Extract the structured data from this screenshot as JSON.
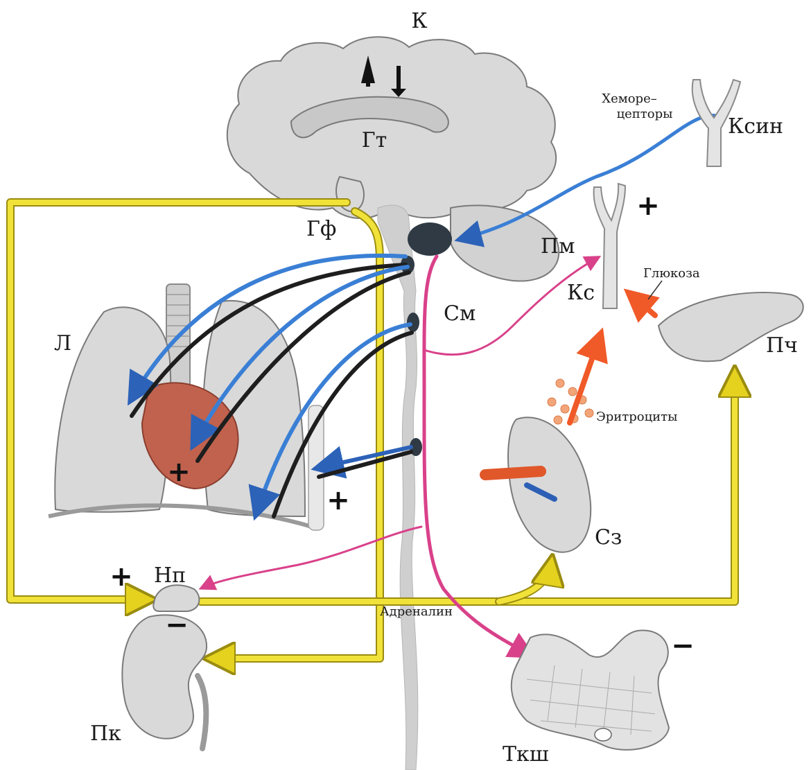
{
  "labels": {
    "cortex": "К",
    "hypothalamus": "Гт",
    "pituitary": "Гф",
    "chemoreceptors_1": "Хеморе–",
    "chemoreceptors_2": "цепторы",
    "carotid_sinus": "Ксин",
    "bone_marrow": "Пм",
    "blood_vessel": "Кс",
    "glucose": "Глюкоза",
    "liver": "Пч",
    "spinal_cord": "См",
    "lungs": "Л",
    "erythrocytes": "Эритроциты",
    "spleen": "Сз",
    "adrenal": "Нп",
    "adrenaline": "Адреналин",
    "kidney": "Пк",
    "intestine": "Ткш"
  },
  "signs": {
    "vessel_plus": "+",
    "heart_plus": "+",
    "chest_plus": "+",
    "adrenal_plus": "+",
    "kidney_minus": "−",
    "intestine_minus": "−"
  },
  "colors": {
    "yellow_pathway": "#f1e23a",
    "blue_afferent": "#3a7fd5",
    "black_efferent": "#1e1e1e",
    "pink_sympathetic": "#d9418a",
    "orange_arrow": "#f05a28",
    "heart": "#c0624e",
    "organ_gray": "#d9d9d9"
  }
}
